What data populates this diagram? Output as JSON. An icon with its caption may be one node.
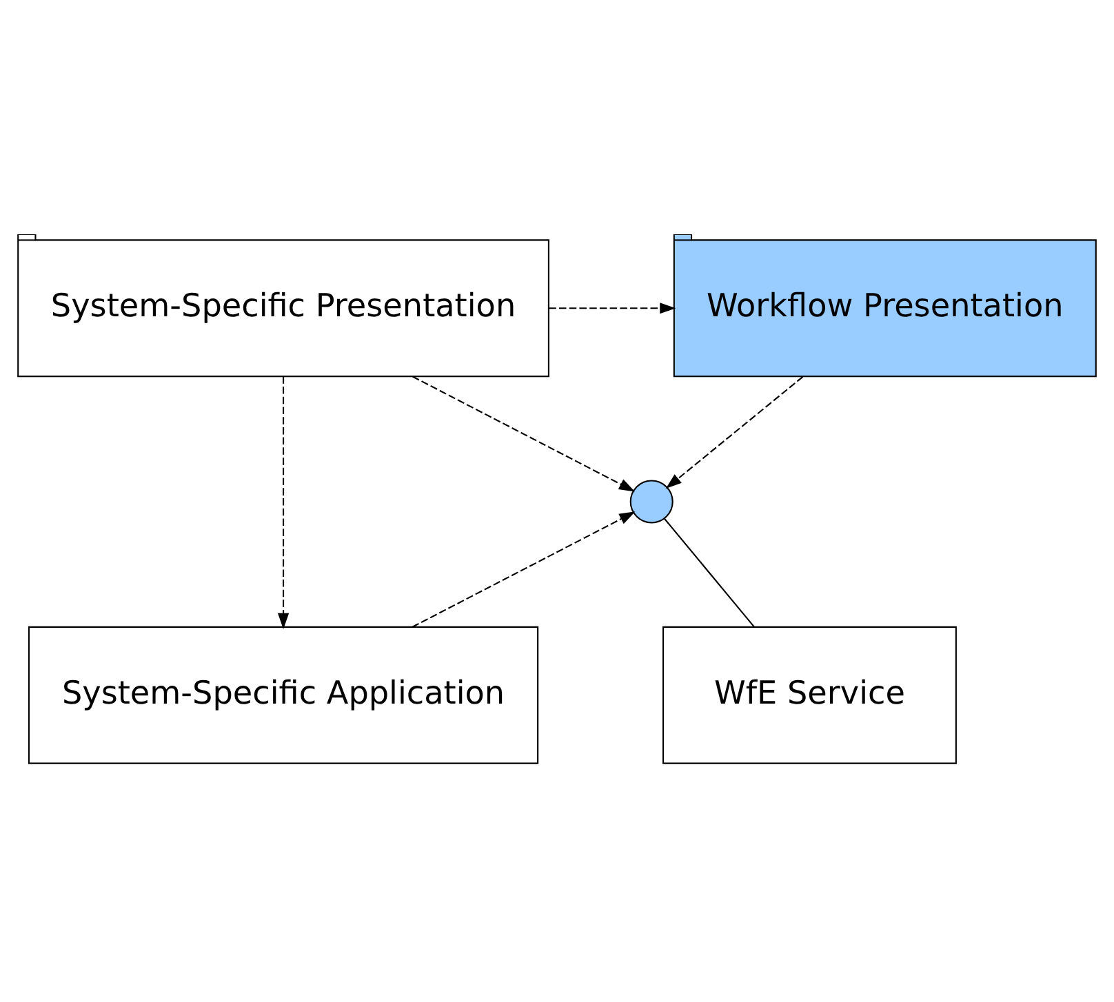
{
  "diagram": {
    "nodes": [
      {
        "text": [
          "Workflow Presentation"
        ]
      },
      {
        "text": [
          "System-Specific Presentation"
        ]
      },
      {
        "text": [],
        "shape": "circle"
      },
      {
        "text": [
          "WfE Service"
        ]
      },
      {
        "text": [
          "System-Specific Application"
        ]
      }
    ],
    "edges": [
      {
        "from": 1,
        "to": 0,
        "arrow": "to",
        "style": "dashed"
      },
      {
        "from": 0,
        "to": 2,
        "arrow": "to",
        "style": "dashed"
      },
      {
        "from": 1,
        "to": 2,
        "arrow": "to",
        "style": "dashed"
      },
      {
        "from": 1,
        "to": 4,
        "arrow": "to",
        "style": "dashed"
      },
      {
        "from": 4,
        "to": 2,
        "arrow": "to",
        "style": "dashed"
      },
      {
        "from": 2,
        "to": 3,
        "arrow": "none"
      }
    ]
  }
}
